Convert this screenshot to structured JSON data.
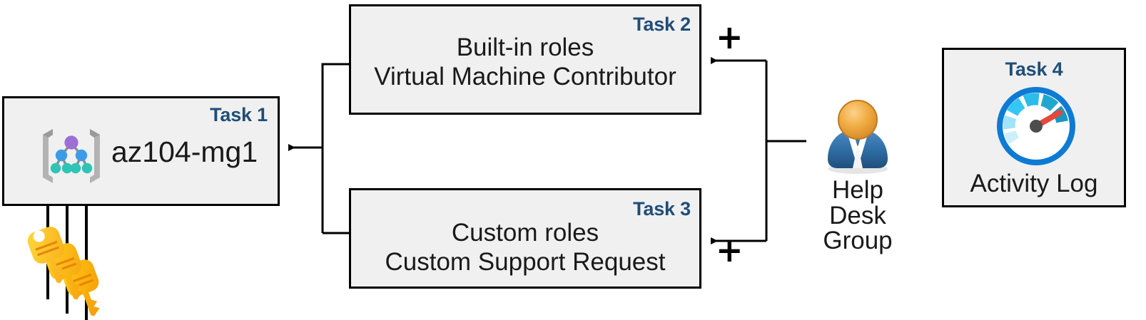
{
  "diagram": {
    "title": "Azure RBAC task diagram",
    "palette": {
      "task_tag_color": "#1F4E79",
      "box_fill": "#F0F0F0",
      "box_border": "#000000",
      "connector": "#000000",
      "key_gold": "#FFC20E",
      "person_head": "#E8A33D",
      "person_body": "#2E6DA4",
      "gauge_ring": "#0078D4",
      "gauge_needle": "#E8453C",
      "mg_root_node": "#9B6FD4",
      "mg_mid_node": "#3C9BE8",
      "mg_leaf_node": "#2EC4B6",
      "mg_bracket": "#A0A0A0"
    }
  },
  "task1": {
    "tag": "Task 1",
    "label": "az104-mg1",
    "icon": "management-group-icon"
  },
  "task2": {
    "tag": "Task 2",
    "line1": "Built-in roles",
    "line2": "Virtual Machine Contributor"
  },
  "task3": {
    "tag": "Task 3",
    "line1": "Custom roles",
    "line2": "Custom Support Request"
  },
  "task4": {
    "tag": "Task 4",
    "label": "Activity Log",
    "icon": "activity-log-gauge-icon"
  },
  "helpdesk": {
    "label_line1": "Help Desk",
    "label_line2": "Group",
    "icon": "user-group-icon"
  },
  "keys": {
    "icon": "keys-icon",
    "count": 3
  },
  "operators": {
    "plus_top": "+",
    "plus_bottom": "+"
  }
}
